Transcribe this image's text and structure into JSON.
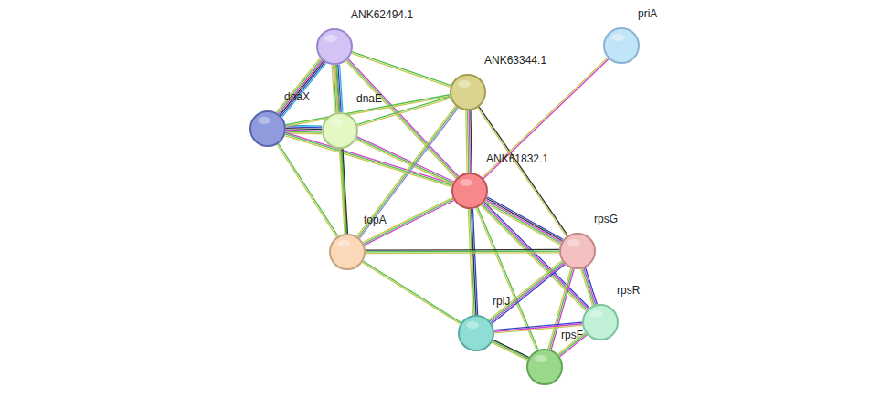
{
  "diagram": {
    "nodes": [
      {
        "text": [
          "ANK62494.1"
        ]
      },
      {
        "text": [
          "priA"
        ]
      },
      {
        "text": [
          "ANK63344.1"
        ]
      },
      {
        "text": [
          "dnaX"
        ]
      },
      {
        "text": [
          "dnaE"
        ]
      },
      {
        "text": [
          "ANK61832.1"
        ]
      },
      {
        "text": [
          "topA"
        ]
      },
      {
        "text": [
          "rpsG"
        ]
      },
      {
        "text": [
          "rpsR"
        ]
      },
      {
        "text": [
          "rplJ"
        ]
      },
      {
        "text": [
          "rpsF"
        ]
      }
    ],
    "edges": [
      {
        "from": 0,
        "to": 3,
        "arrow": "none"
      },
      {
        "from": 0,
        "to": 4,
        "arrow": "none"
      },
      {
        "from": 0,
        "to": 2,
        "arrow": "none"
      },
      {
        "from": 0,
        "to": 5,
        "arrow": "none"
      },
      {
        "from": 0,
        "to": 6,
        "arrow": "none"
      },
      {
        "from": 3,
        "to": 4,
        "arrow": "none"
      },
      {
        "from": 3,
        "to": 2,
        "arrow": "none"
      },
      {
        "from": 3,
        "to": 5,
        "arrow": "none"
      },
      {
        "from": 3,
        "to": 6,
        "arrow": "none"
      },
      {
        "from": 4,
        "to": 2,
        "arrow": "none"
      },
      {
        "from": 4,
        "to": 5,
        "arrow": "none"
      },
      {
        "from": 4,
        "to": 6,
        "arrow": "none"
      },
      {
        "from": 2,
        "to": 5,
        "arrow": "none"
      },
      {
        "from": 2,
        "to": 6,
        "arrow": "none"
      },
      {
        "from": 2,
        "to": 7,
        "arrow": "none"
      },
      {
        "from": 1,
        "to": 5,
        "arrow": "none"
      },
      {
        "from": 5,
        "to": 6,
        "arrow": "none"
      },
      {
        "from": 5,
        "to": 7,
        "arrow": "none"
      },
      {
        "from": 5,
        "to": 8,
        "arrow": "none"
      },
      {
        "from": 5,
        "to": 9,
        "arrow": "none"
      },
      {
        "from": 5,
        "to": 10,
        "arrow": "none"
      },
      {
        "from": 6,
        "to": 7,
        "arrow": "none"
      },
      {
        "from": 6,
        "to": 9,
        "arrow": "none"
      },
      {
        "from": 7,
        "to": 9,
        "arrow": "none"
      },
      {
        "from": 7,
        "to": 8,
        "arrow": "none"
      },
      {
        "from": 7,
        "to": 10,
        "arrow": "none"
      },
      {
        "from": 9,
        "to": 8,
        "arrow": "none"
      },
      {
        "from": 9,
        "to": 10,
        "arrow": "none"
      },
      {
        "from": 8,
        "to": 10,
        "arrow": "none"
      }
    ]
  }
}
